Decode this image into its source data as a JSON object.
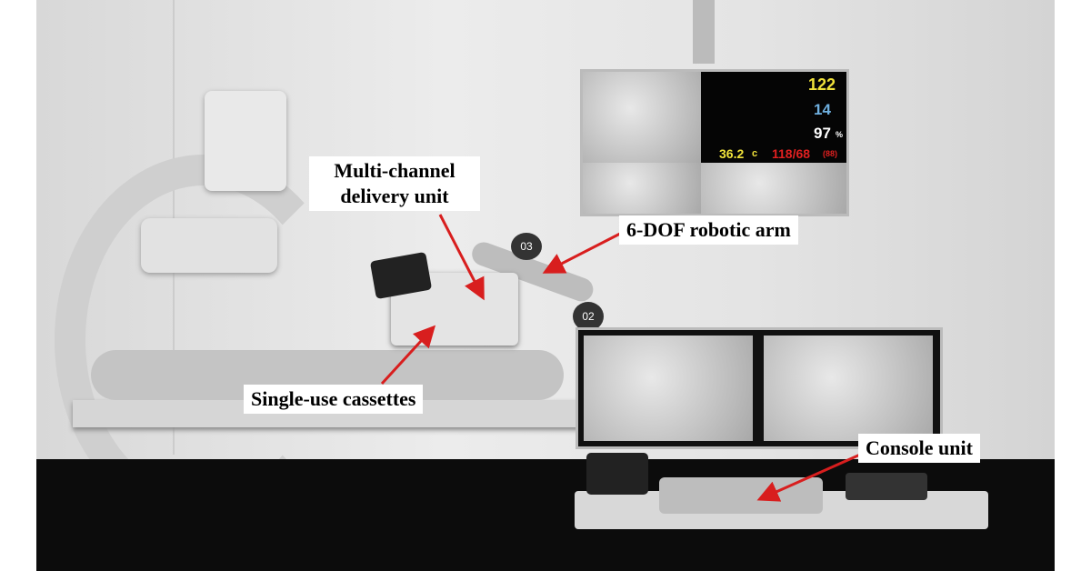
{
  "labels": {
    "delivery_unit": "Multi-channel delivery unit",
    "robotic_arm": "6-DOF robotic arm",
    "cassettes": "Single-use cassettes",
    "console": "Console unit"
  },
  "vitals": {
    "hr": "122",
    "resp": "14",
    "spo2": "97",
    "spo2_unit": "%",
    "temp": "36.2",
    "temp_unit": "c",
    "bp": "118/68",
    "map": "(88)"
  },
  "arm_joints": [
    "03",
    "02"
  ],
  "colors": {
    "arrow": "#d81e1e",
    "background": "#e4e4e4",
    "floor": "#0c0c0c"
  }
}
